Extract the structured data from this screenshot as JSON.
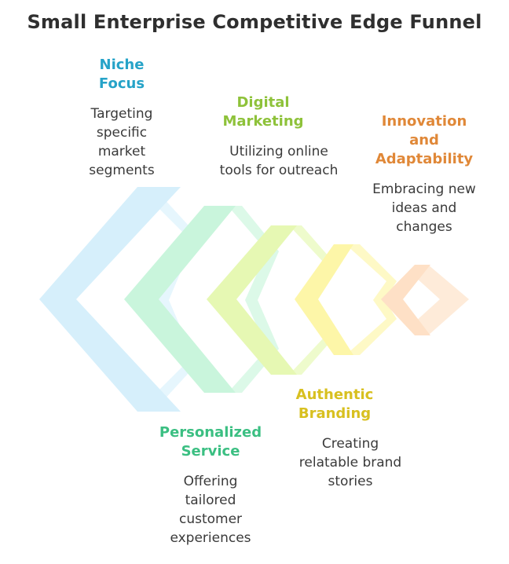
{
  "title": "Small Enterprise Competitive Edge Funnel",
  "stages": [
    {
      "label": "Niche Focus",
      "desc": "Targeting specific market segments",
      "color": "#26a3c8",
      "fill": "#d6effb",
      "fill_light": "#e6f6fd"
    },
    {
      "label": "Personalized Service",
      "desc": "Offering tailored customer experiences",
      "color": "#3bbf82",
      "fill": "#c9f5dc",
      "fill_light": "#dcf9e8"
    },
    {
      "label": "Digital Marketing",
      "desc": "Utilizing online tools for outreach",
      "color": "#8ec23a",
      "fill": "#e6f8b3",
      "fill_light": "#eefbcc"
    },
    {
      "label": "Authentic Branding",
      "desc": "Creating relatable brand stories",
      "color": "#d8c020",
      "fill": "#fdf6a8",
      "fill_light": "#fef9c6"
    },
    {
      "label": "Innovation and Adaptability",
      "desc": "Embracing new ideas and changes",
      "color": "#e08838",
      "fill": "#fee0c6",
      "fill_light": "#feebd9"
    }
  ]
}
